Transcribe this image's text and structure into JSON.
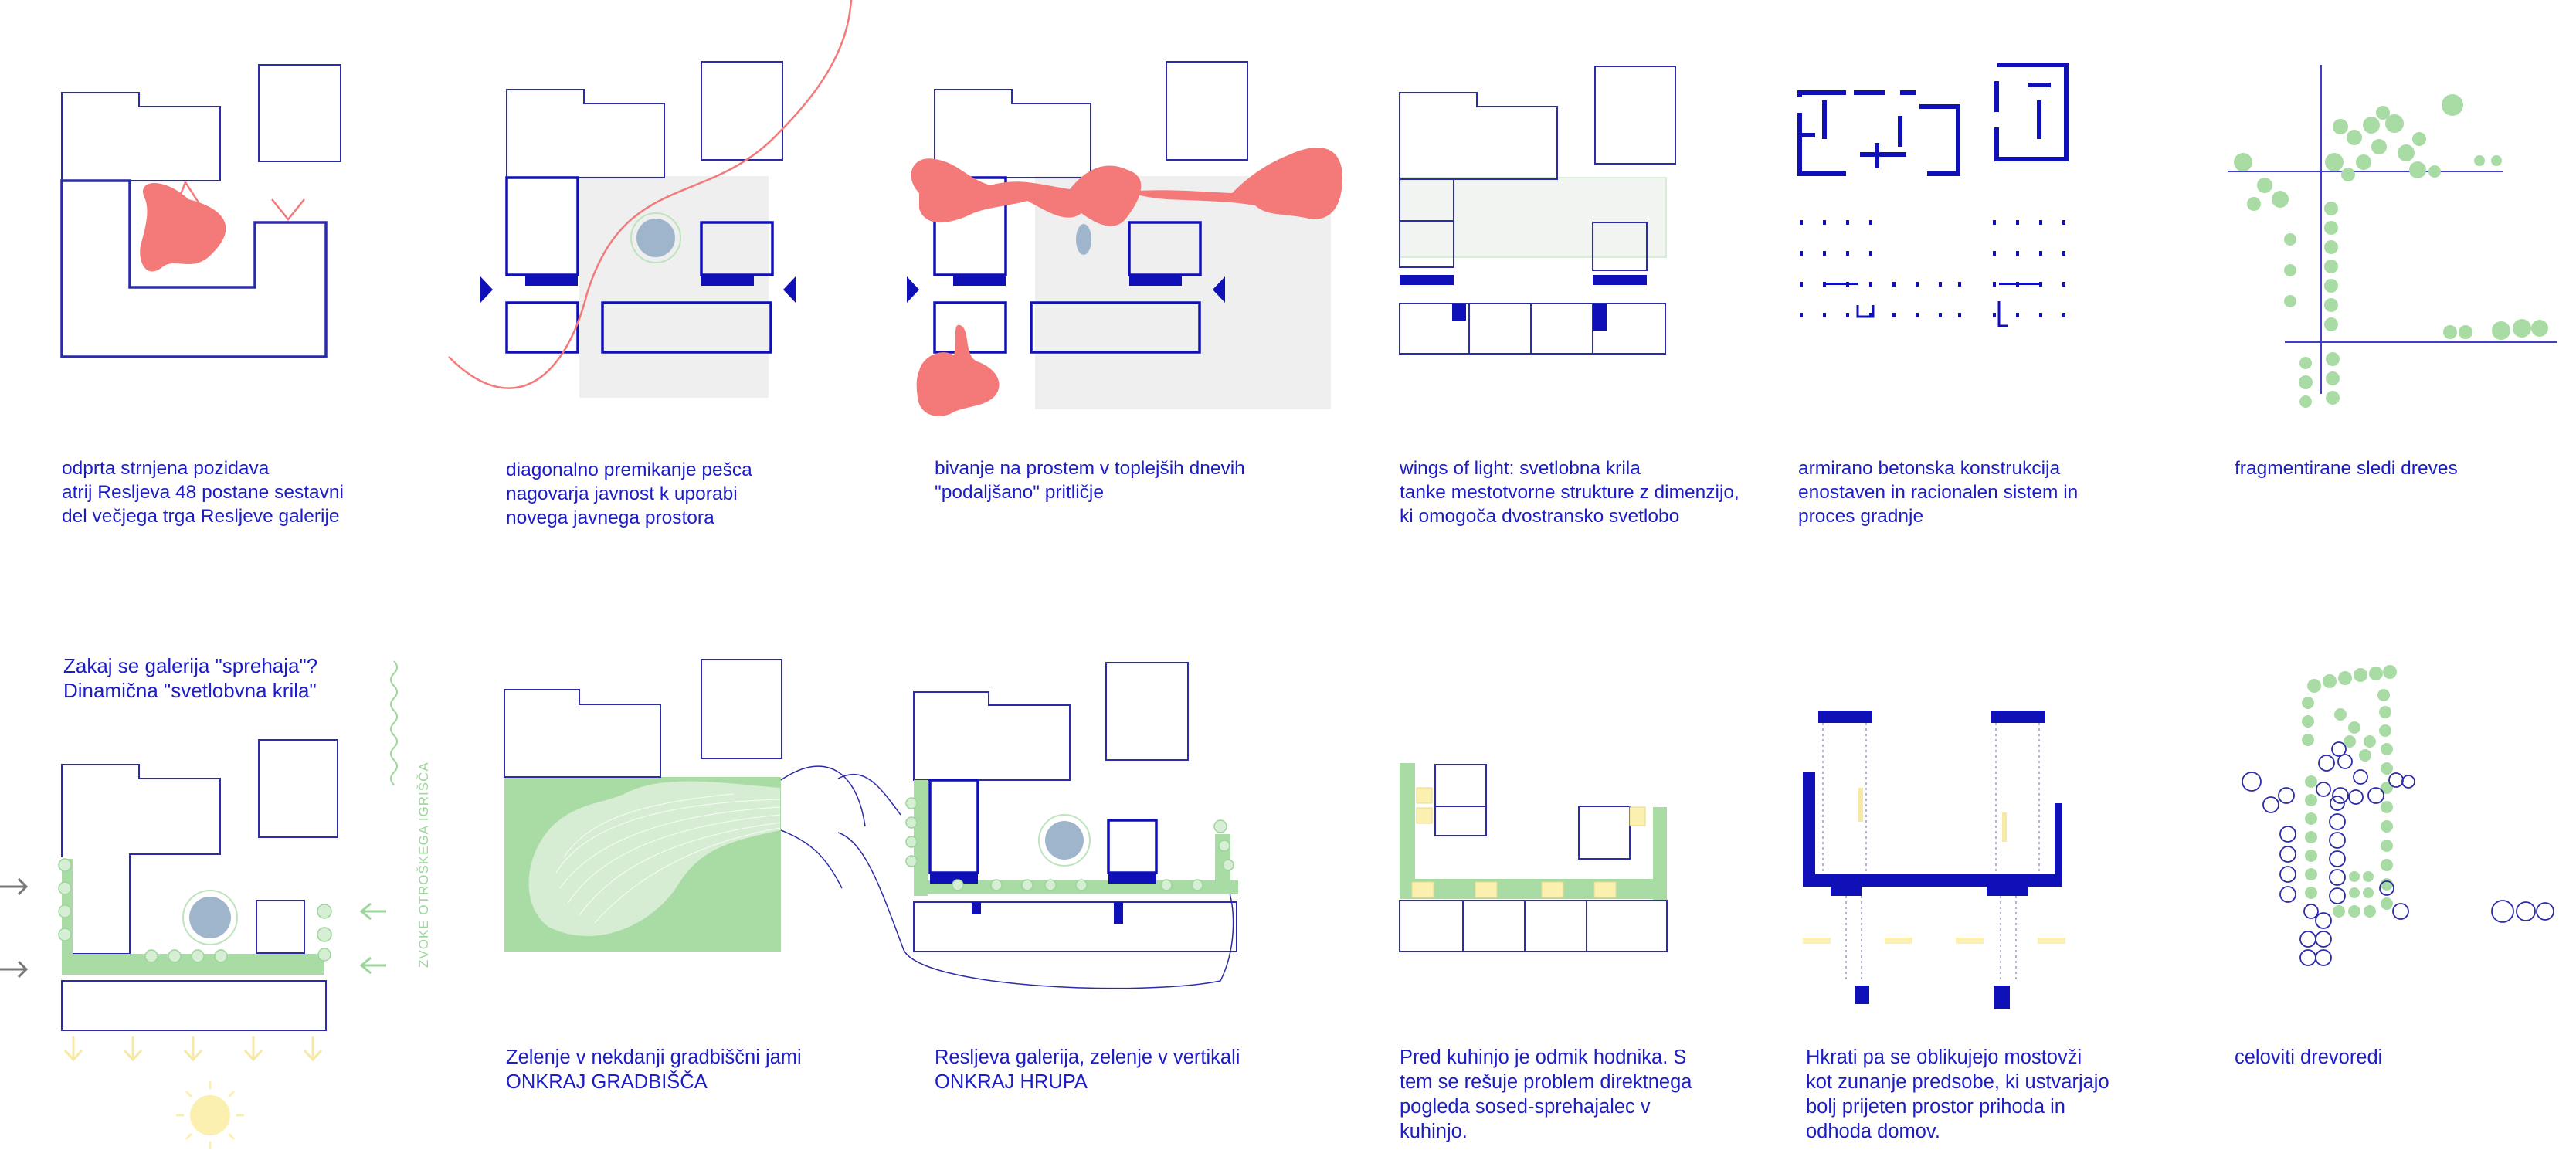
{
  "colors": {
    "outline": "#2c2ca8",
    "solid_blue": "#1010b8",
    "salmon": "#f47a7a",
    "green": "#a9dba4",
    "light_green": "#d6eed3",
    "grey": "#efefef",
    "pool": "#9fb5cc",
    "yellow": "#fbf0b0"
  },
  "icons": [
    "sun-icon",
    "arrow-down-icon",
    "arrow-right-icon",
    "wavy-line-icon",
    "triangle-arrow-icon",
    "pool-icon"
  ],
  "row1": {
    "p1": "odprta strnjena pozidava\natrij Resljeva 48 postane sestavni\ndel večjega trga Resljeve galerije",
    "p2": "diagonalno premikanje pešca\nnagovarja javnost k uporabi\nnovega javnega prostora",
    "p3": "bivanje na prostem v toplejših dnevih\n\"podaljšano\" pritličje",
    "p4": "wings of light: svetlobna krila\ntanke mestotvorne strukture z dimenzijo,\nki omogoča dvostransko svetlobo",
    "p5": "armirano betonska konstrukcija\nenostaven in racionalen sistem in\nproces gradnje",
    "p6": "fragmentirane sledi dreves"
  },
  "row2": {
    "question": "Zakaj se galerija \"sprehaja\"?\nDinamična \"svetlobvna krila\"",
    "vertical_label": "ZVOKE OTROŠKEGA IGRIŠČA",
    "p2": "Zelenje v nekdanji gradbiščni jami\nONKRAJ GRADBIŠČA",
    "p3": "Resljeva galerija, zelenje v vertikali\nONKRAJ HRUPA",
    "p4": "Pred kuhinjo je odmik hodnika. S\ntem se rešuje problem direktnega\npogleda sosed-sprehajalec v\nkuhinjo.",
    "p5": "Hkrati pa se oblikujejo mostovži\nkot zunanje predsobe, ki ustvarjajo\nbolj prijeten prostor prihoda in\nodhoda domov.",
    "p6": "celoviti drevoredi"
  }
}
